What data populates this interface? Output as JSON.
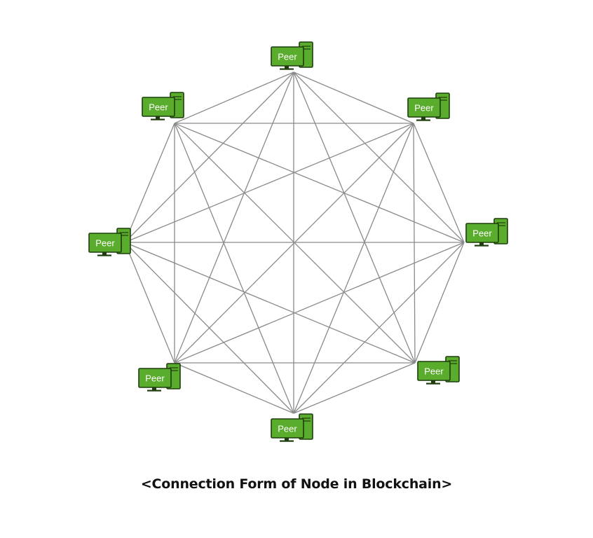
{
  "colors": {
    "background": "#ffffff",
    "edge": "#8a8a8a",
    "peer_fill": "#5aac2c",
    "peer_outline": "#1f3d0e",
    "peer_label": "#ffffff",
    "caption": "#111111"
  },
  "network": {
    "topology": "fully connected mesh",
    "node_icon": "computer-icon",
    "nodes": [
      {
        "id": "peer-top",
        "label": "Peer"
      },
      {
        "id": "peer-top-right",
        "label": "Peer"
      },
      {
        "id": "peer-right",
        "label": "Peer"
      },
      {
        "id": "peer-bottom-right",
        "label": "Peer"
      },
      {
        "id": "peer-bottom",
        "label": "Peer"
      },
      {
        "id": "peer-bottom-left",
        "label": "Peer"
      },
      {
        "id": "peer-left",
        "label": "Peer"
      },
      {
        "id": "peer-top-left",
        "label": "Peer"
      }
    ]
  },
  "caption": "<Connection Form of Node in Blockchain>"
}
